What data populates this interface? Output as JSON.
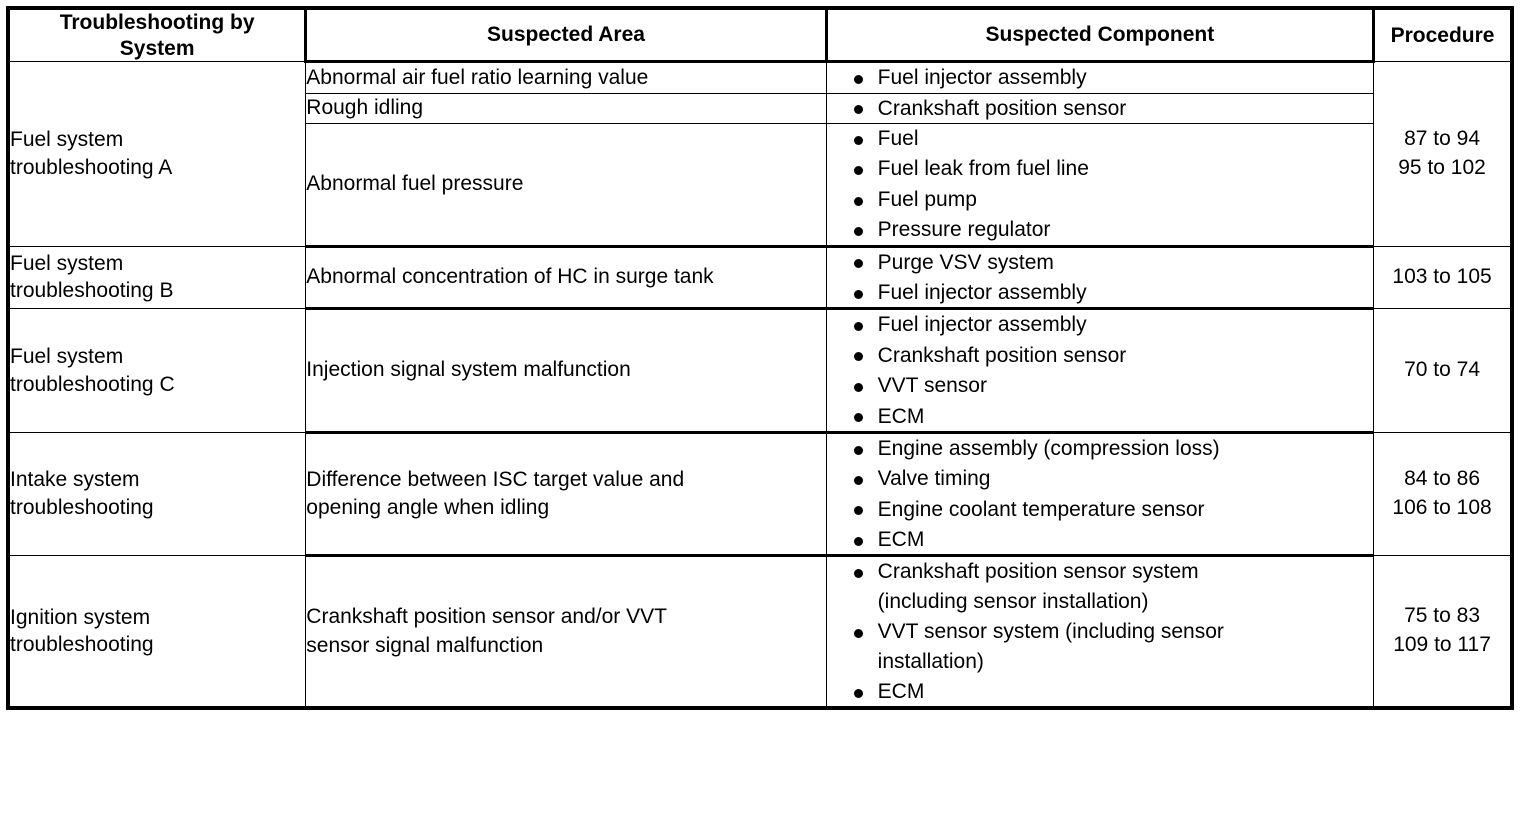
{
  "table": {
    "headers": {
      "system": "Troubleshooting by\nSystem",
      "area": "Suspected Area",
      "component": "Suspected Component",
      "procedure": "Procedure"
    },
    "sections": [
      {
        "system": "Fuel system\ntroubleshooting A",
        "procedure": "87 to 94\n95 to 102",
        "rows": [
          {
            "area": "Abnormal air fuel ratio learning value",
            "components": [
              "Fuel injector assembly"
            ]
          },
          {
            "area": "Rough idling",
            "components": [
              "Crankshaft position sensor"
            ]
          },
          {
            "area": "Abnormal fuel pressure",
            "components": [
              "Fuel",
              "Fuel leak from fuel line",
              "Fuel pump",
              "Pressure regulator"
            ]
          }
        ]
      },
      {
        "system": "Fuel system\ntroubleshooting B",
        "procedure": "103 to 105",
        "rows": [
          {
            "area": "Abnormal concentration of HC in surge tank",
            "components": [
              "Purge VSV system",
              "Fuel injector assembly"
            ]
          }
        ]
      },
      {
        "system": "Fuel system\ntroubleshooting C",
        "procedure": "70 to 74",
        "rows": [
          {
            "area": "Injection signal system malfunction",
            "components": [
              "Fuel injector assembly",
              "Crankshaft position sensor",
              "VVT sensor",
              "ECM"
            ]
          }
        ]
      },
      {
        "system": "Intake system\ntroubleshooting",
        "procedure": "84 to 86\n106 to 108",
        "rows": [
          {
            "area": "Difference between ISC target value and\nopening angle when idling",
            "components": [
              "Engine assembly (compression loss)",
              "Valve timing",
              "Engine coolant temperature sensor",
              "ECM"
            ]
          }
        ]
      },
      {
        "system": "Ignition system\ntroubleshooting",
        "procedure": "75 to 83\n109 to 117",
        "rows": [
          {
            "area": "Crankshaft position sensor and/or VVT\nsensor signal malfunction",
            "components": [
              "Crankshaft position sensor system\n(including sensor installation)",
              "VVT sensor system (including sensor\ninstallation)",
              "ECM"
            ]
          }
        ]
      }
    ]
  },
  "colors": {
    "border": "#000000",
    "text": "#000000",
    "background": "#ffffff"
  }
}
